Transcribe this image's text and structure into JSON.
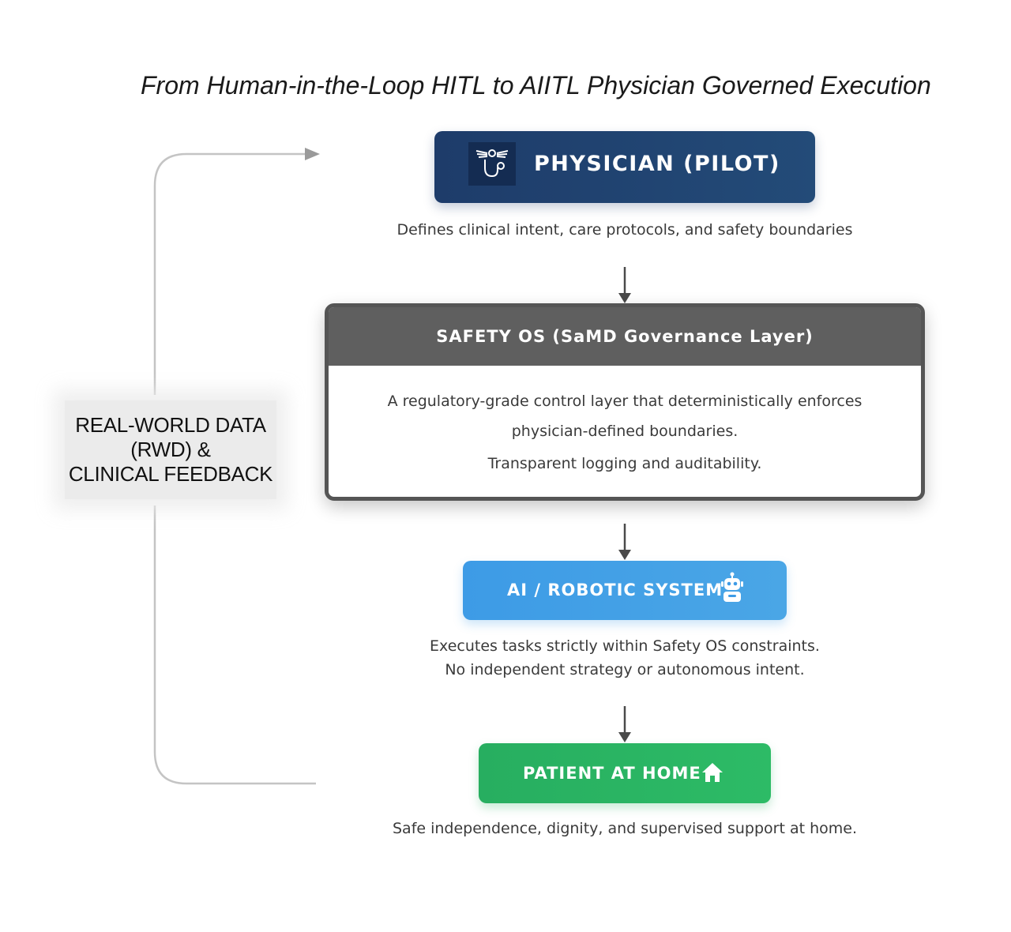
{
  "title": "From Human-in-the-Loop HITL to AIITL Physician Governed Execution",
  "feedback_loop": {
    "label_line1": "REAL-WORLD DATA",
    "label_line2": "(RWD) &",
    "label_line3": "CLINICAL FEEDBACK"
  },
  "physician": {
    "label": "PHYSICIAN (PILOT)",
    "icon": "stethoscope-wings-icon",
    "caption": "Defines clinical intent, care protocols, and safety boundaries"
  },
  "safety_os": {
    "header": "SAFETY OS (SaMD Governance Layer)",
    "line1": "A regulatory-grade control layer that deterministically enforces",
    "line2": "physician-defined boundaries.",
    "line3": "Transparent logging and auditability."
  },
  "robotic": {
    "label": "AI / ROBOTIC SYSTEM",
    "icon": "robot-icon",
    "caption_line1": "Executes tasks strictly within Safety OS constraints.",
    "caption_line2": "No independent strategy or autonomous intent."
  },
  "patient": {
    "label": "PATIENT AT HOME",
    "icon": "home-icon",
    "caption": "Safe independence, dignity, and supervised support at home."
  },
  "colors": {
    "physician": "#1e3c6a",
    "safety_header": "#5f5f5f",
    "robotic": "#3d9be6",
    "patient": "#27ae60"
  }
}
